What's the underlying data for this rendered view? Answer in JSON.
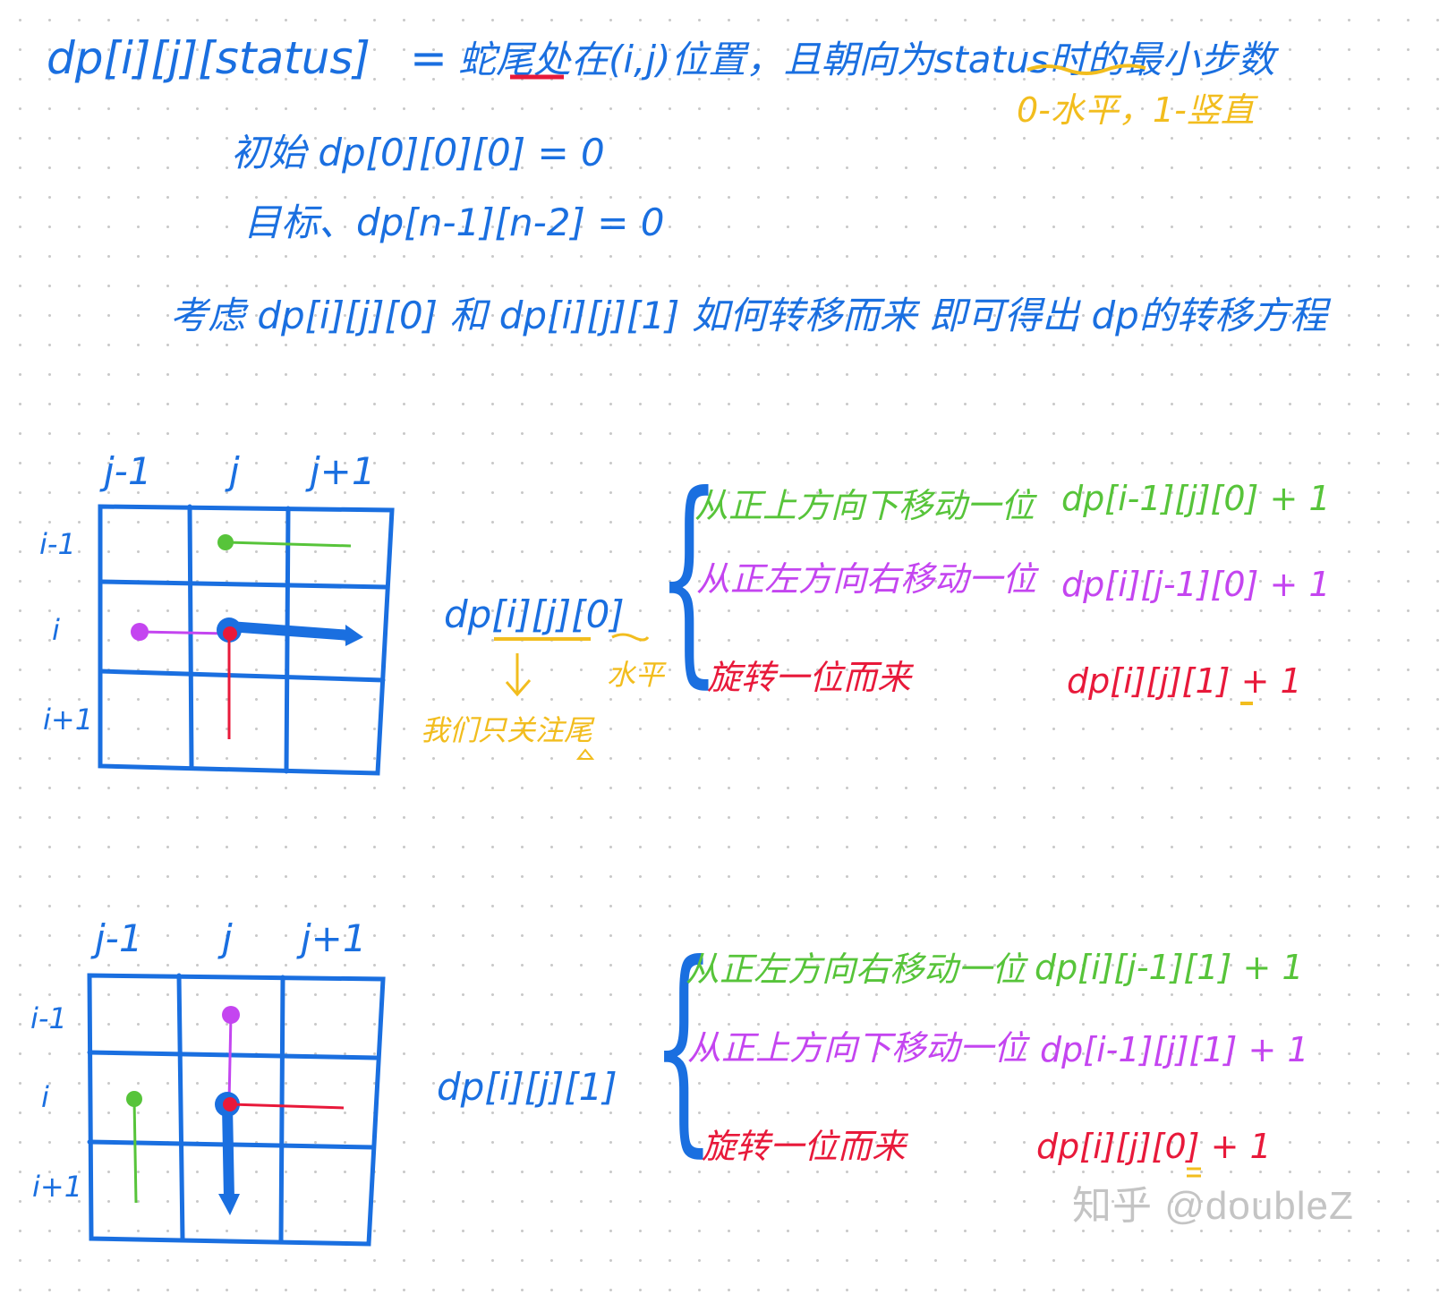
{
  "header": {
    "definition_lhs": "dp[i][j][status]",
    "definition_eq": "=",
    "definition_rhs": "蛇尾处在(i,j)位置，且朝向为status时的最小步数",
    "status_note": "0-水平，1-竖直",
    "init": "初始 dp[0][0][0] = 0",
    "goal": "目标、dp[n-1][n-2] = 0",
    "consider": "考虑 dp[i][j][0] 和 dp[i][j][1] 如何转移而来 即可得出 dp的转移方程"
  },
  "section1": {
    "col_labels": [
      "j-1",
      "j",
      "j+1"
    ],
    "row_labels": [
      "i-1",
      "i",
      "i+1"
    ],
    "state": "dp[i][j][0]",
    "tail_note": "我们只关注尾",
    "orient_note": "水平",
    "cases": [
      {
        "text": "从正上方向下移动一位",
        "formula": "dp[i-1][j][0] + 1",
        "color": "green"
      },
      {
        "text": "从正左方向右移动一位",
        "formula": "dp[i][j-1][0] + 1",
        "color": "purple"
      },
      {
        "text": "旋转一位而来",
        "formula": "dp[i][j][1] + 1",
        "color": "red"
      }
    ]
  },
  "section2": {
    "col_labels": [
      "j-1",
      "j",
      "j+1"
    ],
    "row_labels": [
      "i-1",
      "i",
      "i+1"
    ],
    "state": "dp[i][j][1]",
    "cases": [
      {
        "text": "从正左方向右移动一位",
        "formula": "dp[i][j-1][1] + 1",
        "color": "green"
      },
      {
        "text": "从正上方向下移动一位",
        "formula": "dp[i-1][j][1] + 1",
        "color": "purple"
      },
      {
        "text": "旋转一位而来",
        "formula": "dp[i][j][0] + 1",
        "color": "red"
      }
    ]
  },
  "watermark": "知乎 @doubleZ",
  "colors": {
    "ink_blue": "#1a6fe0",
    "highlight_yellow": "#f2bd1e",
    "green": "#57c43a",
    "purple": "#c445f0",
    "red": "#e8193a"
  }
}
